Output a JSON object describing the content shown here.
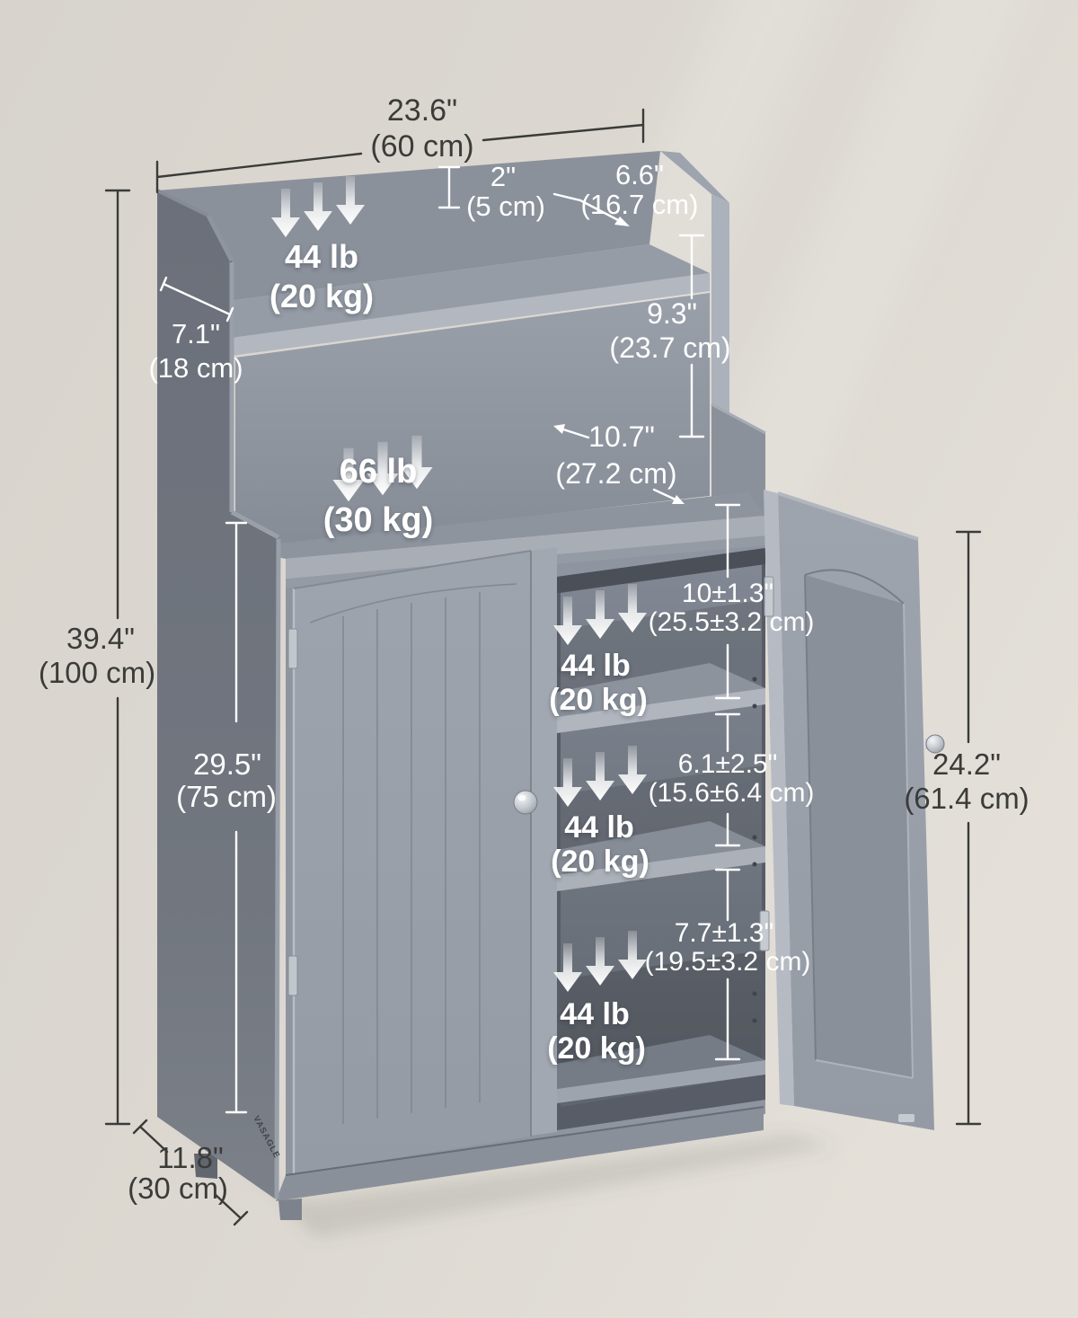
{
  "brand": {
    "logo": "VASAGLE"
  },
  "annotations": {
    "top_width": {
      "in": "23.6\"",
      "cm": "(60 cm)"
    },
    "top_rail_height": {
      "in": "2\"",
      "cm": "(5 cm)"
    },
    "top_shelf_depth": {
      "in": "6.6\"",
      "cm": "(16.7 cm)"
    },
    "hutch_depth": {
      "in": "7.1\"",
      "cm": "(18 cm)"
    },
    "hutch_opening_height": {
      "in": "9.3\"",
      "cm": "(23.7 cm)"
    },
    "counter_depth": {
      "in": "10.7\"",
      "cm": "(27.2 cm)"
    },
    "total_height": {
      "in": "39.4\"",
      "cm": "(100 cm)"
    },
    "lower_cabinet_height": {
      "in": "29.5\"",
      "cm": "(75 cm)"
    },
    "door_height": {
      "in": "24.2\"",
      "cm": "(61.4 cm)"
    },
    "base_depth": {
      "in": "11.8\"",
      "cm": "(30 cm)"
    },
    "compartment_upper": {
      "in": "10±1.3\"",
      "cm": "(25.5±3.2 cm)"
    },
    "compartment_middle": {
      "in": "6.1±2.5\"",
      "cm": "(15.6±6.4 cm)"
    },
    "compartment_lower": {
      "in": "7.7±1.3\"",
      "cm": "(19.5±3.2 cm)"
    }
  },
  "loads": {
    "top_shelf": {
      "lb": "44 lb",
      "kg": "(20 kg)"
    },
    "countertop": {
      "lb": "66 lb",
      "kg": "(30 kg)"
    },
    "shelf_upper": {
      "lb": "44 lb",
      "kg": "(20 kg)"
    },
    "shelf_middle": {
      "lb": "44 lb",
      "kg": "(20 kg)"
    },
    "shelf_lower": {
      "lb": "44 lb",
      "kg": "(20 kg)"
    }
  },
  "colors": {
    "background": "#dcd8d1",
    "cabinet_side": "#6e737d",
    "cabinet_front": "#9aa0ab",
    "countertop": "#8e949e",
    "edge_highlight": "#b2b7c0",
    "interior": "#575c66",
    "dimension_dark": "#3b3b39",
    "dimension_light": "#ffffff"
  }
}
